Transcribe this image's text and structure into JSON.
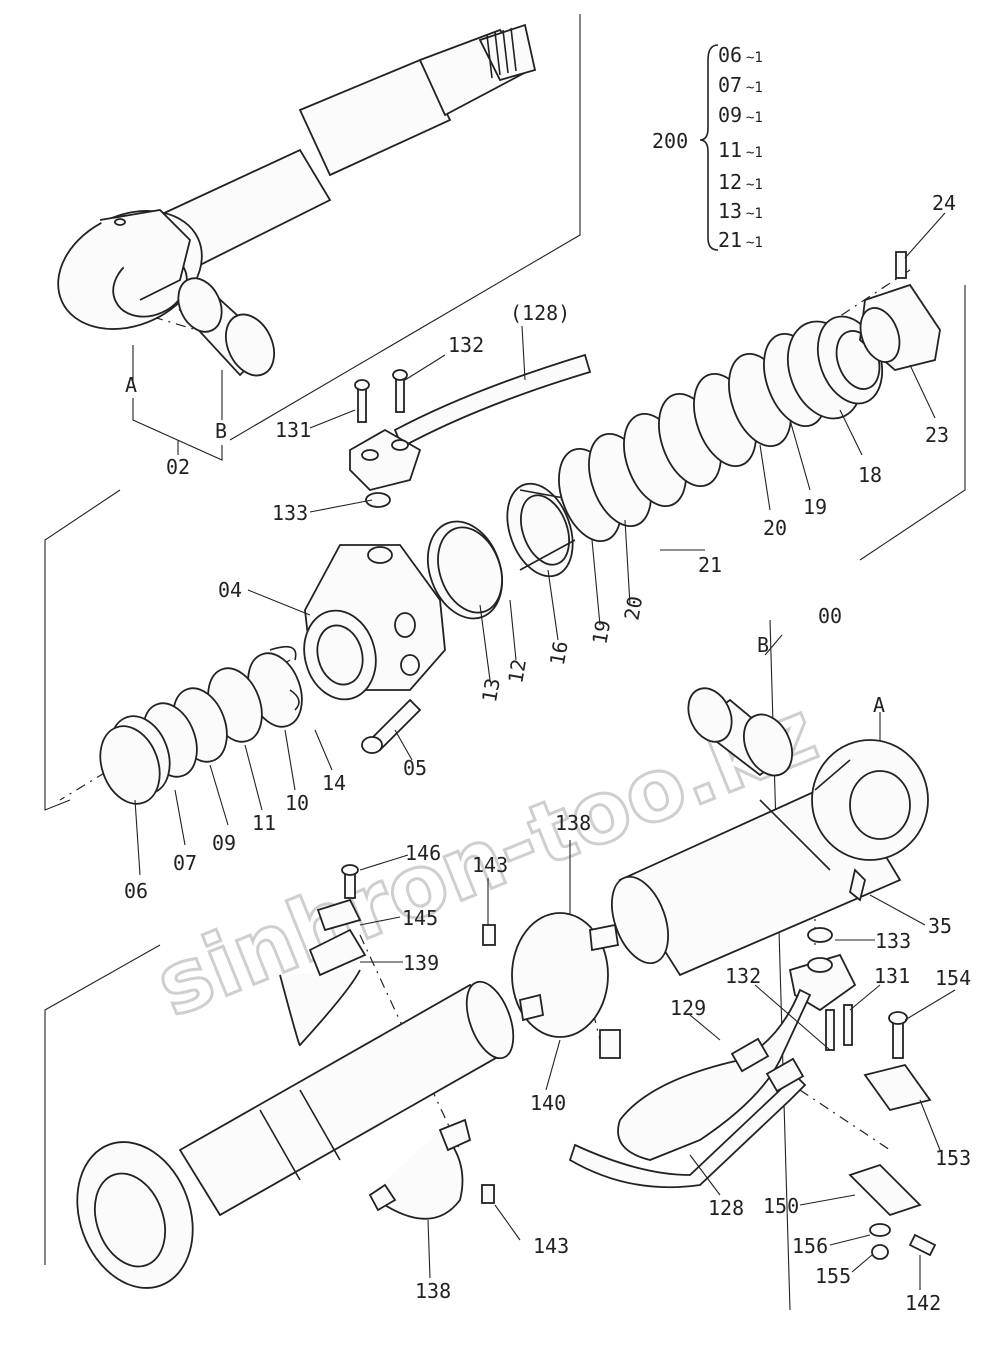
{
  "watermark": "sinhron-too.kz",
  "kit": {
    "number": "200",
    "entries": [
      {
        "label": "06",
        "suffix": "~1"
      },
      {
        "label": "07",
        "suffix": "~1"
      },
      {
        "label": "09",
        "suffix": "~1"
      },
      {
        "label": "11",
        "suffix": "~1"
      },
      {
        "label": "12",
        "suffix": "~1"
      },
      {
        "label": "13",
        "suffix": "~1"
      },
      {
        "label": "21",
        "suffix": "~1"
      }
    ]
  },
  "callouts": {
    "p128_ref": "(128)",
    "p132_top": "132",
    "p131_top": "131",
    "pA_top": "A",
    "pB_top": "B",
    "p02": "02",
    "p24": "24",
    "p23": "23",
    "p18": "18",
    "p19_top": "19",
    "p20_top": "20",
    "p21": "21",
    "p133_top": "133",
    "p04": "04",
    "p13": "13",
    "p12": "12",
    "p16": "16",
    "p19_low": "19",
    "p20_low": "20",
    "p00": "00",
    "pB_right": "B",
    "pA_right": "A",
    "p05": "05",
    "p14": "14",
    "p10": "10",
    "p11": "11",
    "p09": "09",
    "p07": "07",
    "p06": "06",
    "p146": "146",
    "p145": "145",
    "p139": "139",
    "p143_top": "143",
    "p138_top": "138",
    "p140": "140",
    "p35": "35",
    "p133_low": "133",
    "p132_low": "132",
    "p131_low": "131",
    "p154": "154",
    "p129": "129",
    "p153": "153",
    "p128": "128",
    "p150": "150",
    "p156": "156",
    "p155": "155",
    "p143_low": "143",
    "p138_low": "138",
    "p142": "142"
  }
}
